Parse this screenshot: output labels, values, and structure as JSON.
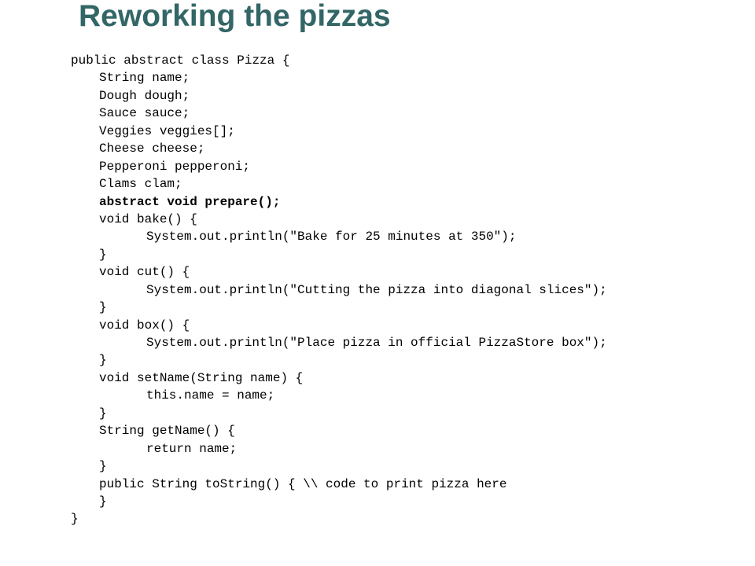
{
  "slide": {
    "title": "Reworking the pizzas",
    "title_color": "#336666"
  },
  "code": {
    "lines": [
      {
        "text": "public abstract class Pizza {",
        "indent": 0,
        "bold": false
      },
      {
        "text": "String name;",
        "indent": 1,
        "bold": false
      },
      {
        "text": "Dough dough;",
        "indent": 1,
        "bold": false
      },
      {
        "text": "Sauce sauce;",
        "indent": 1,
        "bold": false
      },
      {
        "text": "Veggies veggies[];",
        "indent": 1,
        "bold": false
      },
      {
        "text": "Cheese cheese;",
        "indent": 1,
        "bold": false
      },
      {
        "text": "Pepperoni pepperoni;",
        "indent": 1,
        "bold": false
      },
      {
        "text": "Clams clam;",
        "indent": 1,
        "bold": false
      },
      {
        "text": "abstract void prepare();",
        "indent": 1,
        "bold": true
      },
      {
        "text": "void bake() {",
        "indent": 1,
        "bold": false
      },
      {
        "text": "System.out.println(\"Bake for 25 minutes at 350\");",
        "indent": 2,
        "bold": false
      },
      {
        "text": "}",
        "indent": 1,
        "bold": false
      },
      {
        "text": "void cut() {",
        "indent": 1,
        "bold": false
      },
      {
        "text": "System.out.println(\"Cutting the pizza into diagonal slices\");",
        "indent": 2,
        "bold": false
      },
      {
        "text": "}",
        "indent": 1,
        "bold": false
      },
      {
        "text": "void box() {",
        "indent": 1,
        "bold": false
      },
      {
        "text": "System.out.println(\"Place pizza in official PizzaStore box\");",
        "indent": 2,
        "bold": false
      },
      {
        "text": "}",
        "indent": 1,
        "bold": false
      },
      {
        "text": "void setName(String name) {",
        "indent": 1,
        "bold": false
      },
      {
        "text": "this.name = name;",
        "indent": 2,
        "bold": false
      },
      {
        "text": "}",
        "indent": 1,
        "bold": false
      },
      {
        "text": "String getName() {",
        "indent": 1,
        "bold": false
      },
      {
        "text": "return name;",
        "indent": 2,
        "bold": false
      },
      {
        "text": "}",
        "indent": 1,
        "bold": false
      },
      {
        "text": "public String toString() { \\\\ code to print pizza here",
        "indent": 1,
        "bold": false
      },
      {
        "text": "}",
        "indent": 1,
        "bold": false
      },
      {
        "text": "}",
        "indent": 0,
        "bold": false
      }
    ]
  }
}
